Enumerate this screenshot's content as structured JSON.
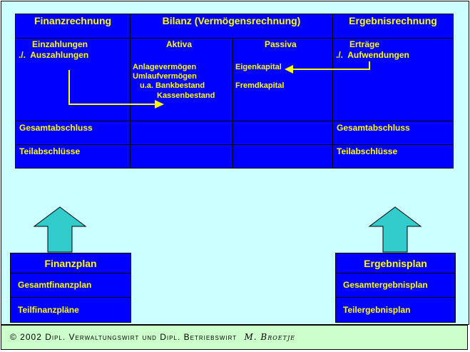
{
  "table": {
    "headers": [
      "Finanzrechnung",
      "Bilanz (Vermögensrechnung)",
      "Ergebnisrechnung"
    ],
    "sub": {
      "aktiva": "Aktiva",
      "passiva": "Passiva"
    },
    "finanz": {
      "line1": "Einzahlungen",
      "line2": "./.  Auszahlungen"
    },
    "aktiva_items": [
      "Anlagevermögen",
      "Umlaufvermögen",
      "u.a. Bankbestand",
      "Kassenbestand"
    ],
    "passiva_items": [
      "Eigenkapital",
      "Fremdkapital"
    ],
    "ergebnis": {
      "line1": "Erträge",
      "line2": "./.  Aufwendungen"
    },
    "gesamt": "Gesamtabschluss",
    "teil": "Teilabschlüsse"
  },
  "finanzplan": {
    "title": "Finanzplan",
    "rows": [
      "Gesamtfinanzplan",
      "Teilfinanzpläne"
    ]
  },
  "ergebnisplan": {
    "title": "Ergebnisplan",
    "rows": [
      "Gesamtergebnisplan",
      "Teilergebnisplan"
    ]
  },
  "footer": {
    "text": "© 2002 Dipl. Verwaltungswirt und Dipl. Betriebswirt",
    "signature": "M. Broetje"
  },
  "colors": {
    "blue": "#0000ff",
    "yellow": "#ffff00",
    "arrow": "#33cccc",
    "bg": "#ccffff",
    "footer": "#ccffcc"
  }
}
